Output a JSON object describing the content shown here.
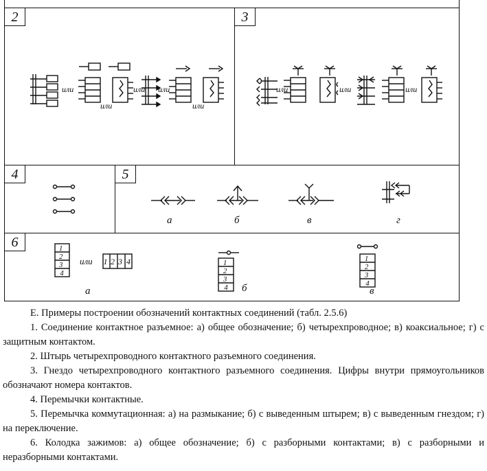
{
  "panels": {
    "p2": {
      "number": "2",
      "ili": "или"
    },
    "p3": {
      "number": "3",
      "ili": "или"
    },
    "p4": {
      "number": "4"
    },
    "p5": {
      "number": "5",
      "labels": [
        "а",
        "б",
        "в",
        "г"
      ]
    },
    "p6": {
      "number": "6",
      "labels": [
        "а",
        "б",
        "в"
      ],
      "ili": "или",
      "digits": [
        "1",
        "2",
        "3",
        "4"
      ]
    }
  },
  "caption": {
    "title": "Е. Примеры построении обозначений контактных соединений (табл. 2.5.6)",
    "items": [
      "1. Соединение контактное разъемное: а) общее обозначение; б) четырехпроводное; в) коаксиальное; г) с защитным контактом.",
      "2. Штырь четырехпроводного контактного разъемного соединения.",
      "3. Гнездо четырехпроводного контактного разъемного соединения. Цифры внутри прямоугольников обозначают номера контактов.",
      "4. Перемычки контактные.",
      "5. Перемычка коммутационная: а) на размыкание; б) с выведенным штырем; в) с выведенным гнездом; г) на переключение.",
      "6. Колодка зажимов: а) общее обозначение; б) с разборными контактами; в) с разборными и неразборными контактами."
    ]
  }
}
